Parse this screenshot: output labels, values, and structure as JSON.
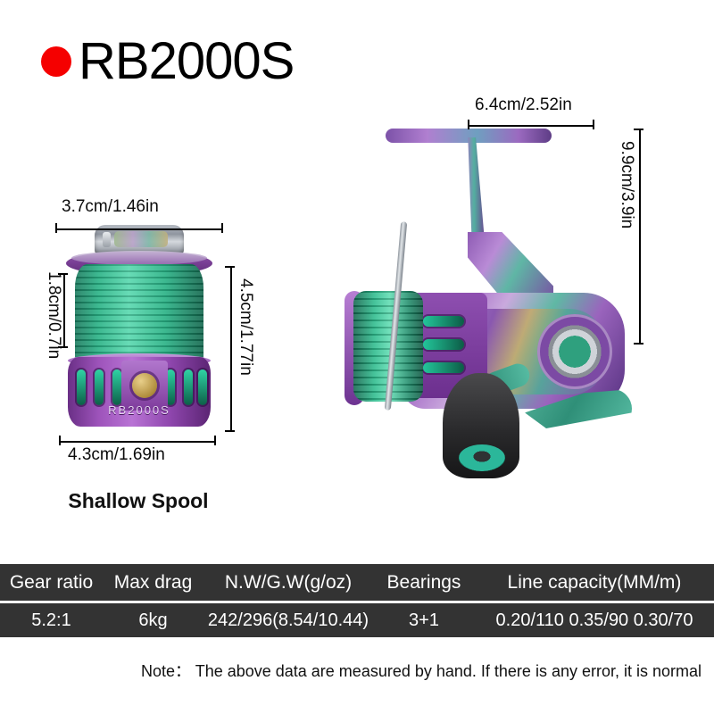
{
  "title": {
    "text": "RB2000S",
    "dot_color": "#f50000"
  },
  "spool": {
    "caption": "Shallow Spool",
    "engraved_label": "RB2000S",
    "dimensions": {
      "width_top": "3.7cm/1.46in",
      "height_left": "1.8cm/0.7in",
      "height_right": "4.5cm/1.77in",
      "width_bottom": "4.3cm/1.69in"
    }
  },
  "reel": {
    "dimensions": {
      "width_top": "6.4cm/2.52in",
      "height_right": "9.9cm/3.9in"
    }
  },
  "spec_table": {
    "headers": [
      "Gear ratio",
      "Max drag",
      "N.W/G.W(g/oz)",
      "Bearings",
      "Line capacity(MM/m)"
    ],
    "values": [
      "5.2:1",
      "6kg",
      "242/296(8.54/10.44)",
      "3+1",
      "0.20/110 0.35/90 0.30/70"
    ],
    "background_color": "#333333",
    "text_color": "#ffffff"
  },
  "note": "Note： The above data are measured by hand. If there is any error, it is normal"
}
